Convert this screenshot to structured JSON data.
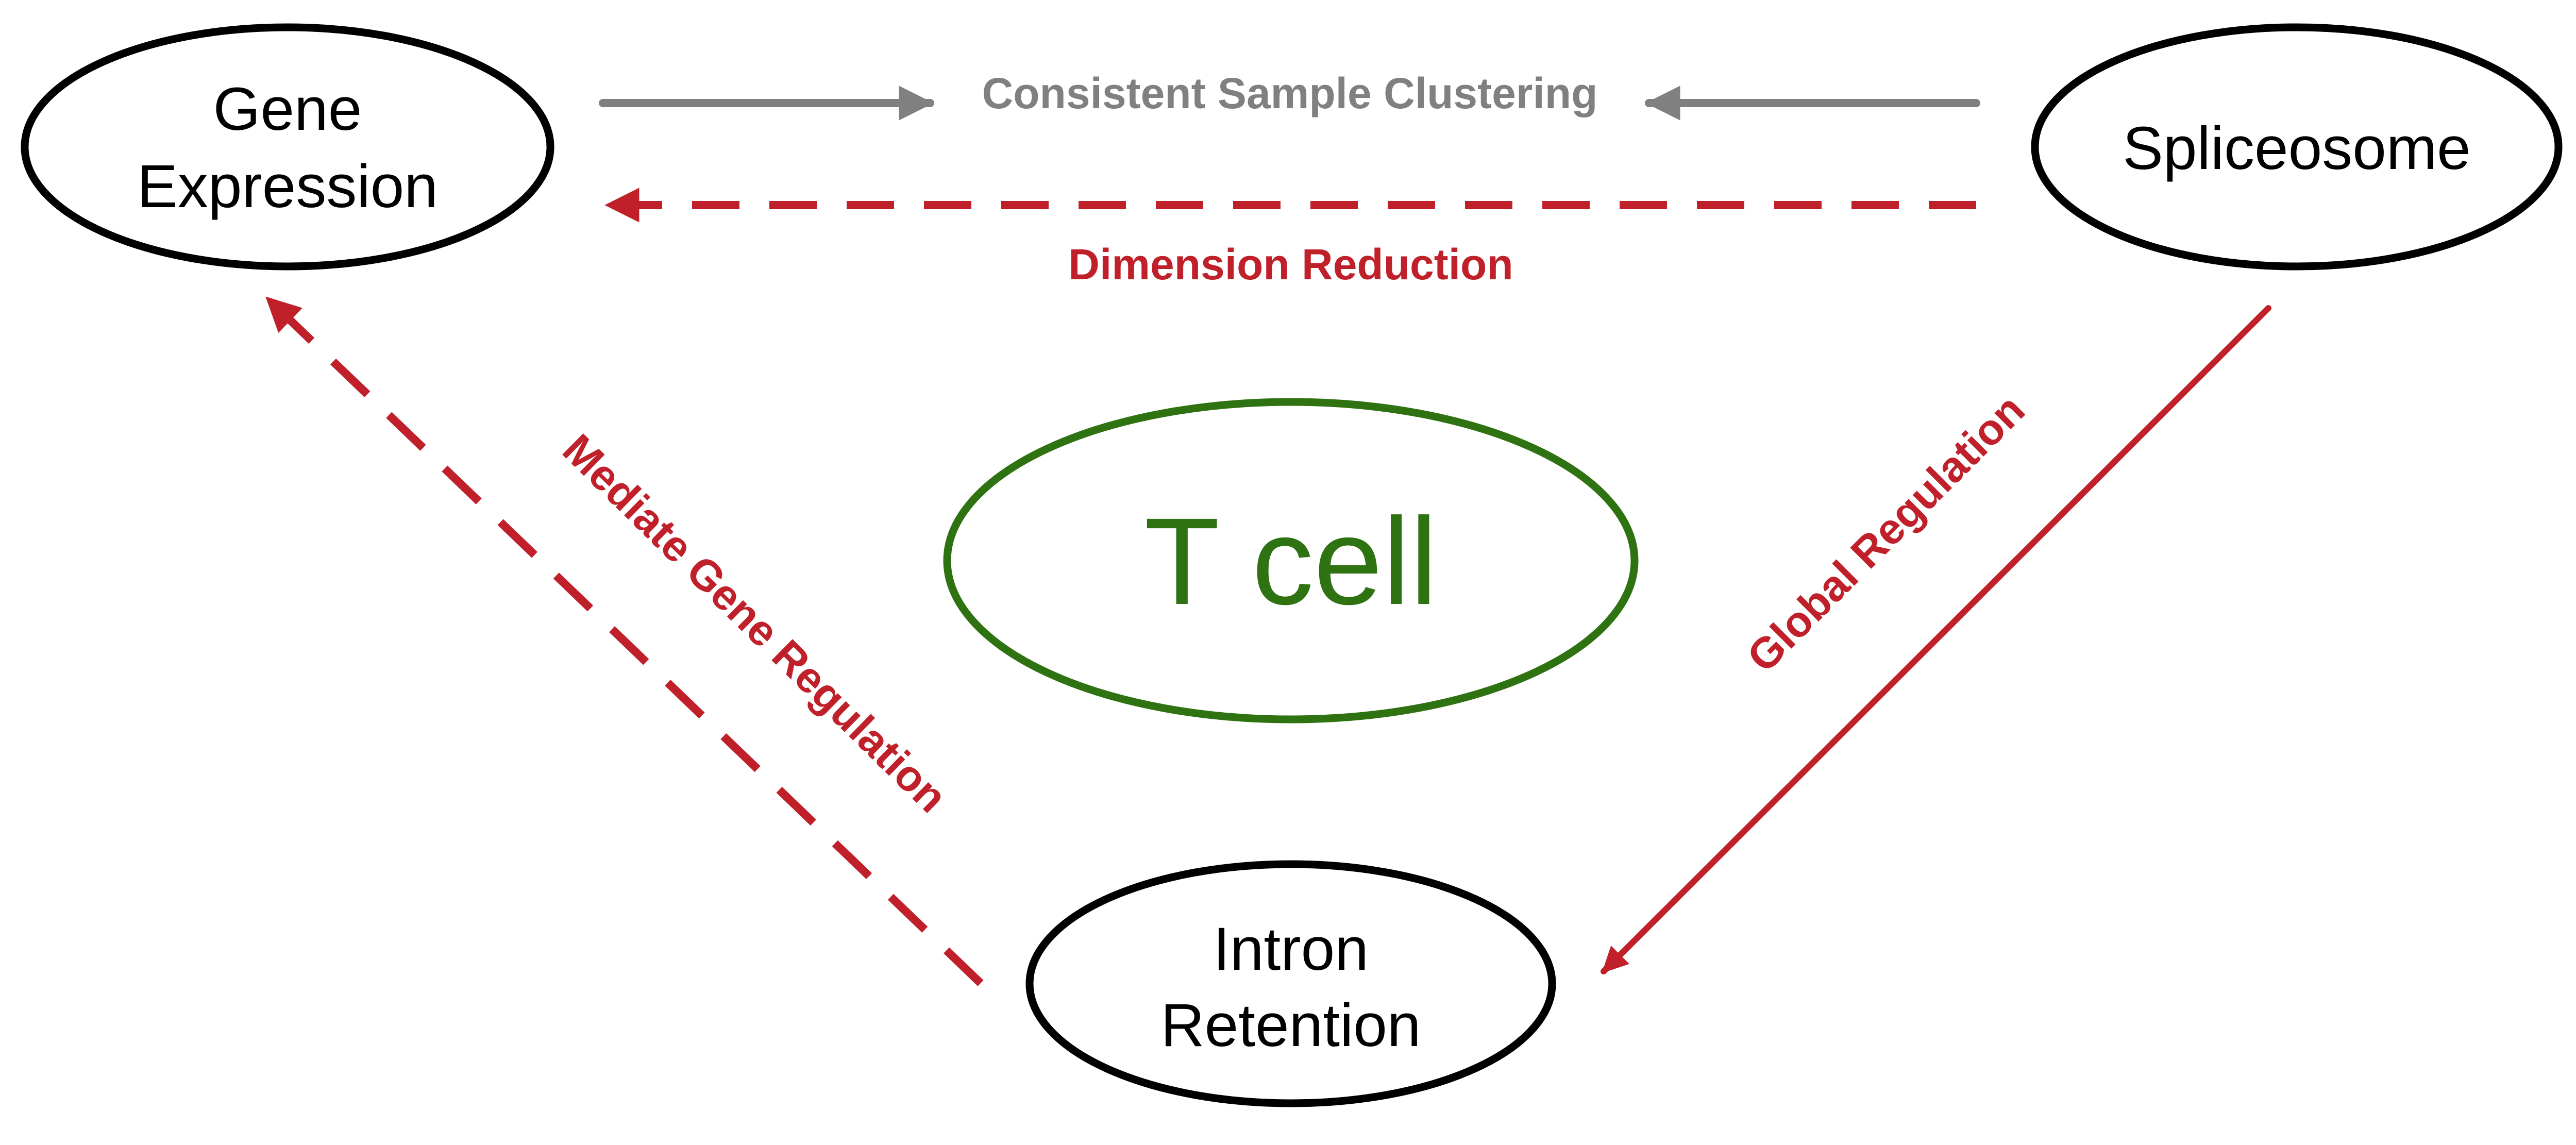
{
  "colors": {
    "red": "#c0202a",
    "gray": "#808080",
    "green": "#2e7212",
    "black": "#000000"
  },
  "nodes": {
    "gene_expression": {
      "line1": "Gene",
      "line2": "Expression"
    },
    "spliceosome": {
      "label": "Spliceosome"
    },
    "t_cell": {
      "label": "T cell"
    },
    "intron_retention": {
      "line1": "Intron",
      "line2": "Retention"
    }
  },
  "edges": {
    "consistent_clustering": {
      "label": "Consistent Sample Clustering",
      "style": "solid",
      "color": "gray"
    },
    "dimension_reduction": {
      "label": "Dimension Reduction",
      "style": "dashed",
      "color": "red"
    },
    "mediate_gene_regulation": {
      "label": "Mediate Gene Regulation",
      "style": "dashed",
      "color": "red"
    },
    "global_regulation": {
      "label": "Global Regulation",
      "style": "solid",
      "color": "red"
    }
  }
}
